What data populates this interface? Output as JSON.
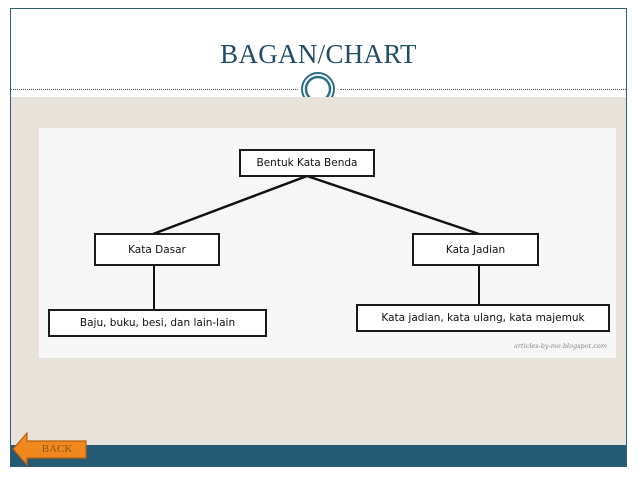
{
  "slide": {
    "title": "BAGAN/CHART",
    "back_label": "BACK"
  },
  "diagram": {
    "root": {
      "label": "Bentuk Kata Benda"
    },
    "children": [
      {
        "label": "Kata Dasar",
        "example": "Baju, buku, besi, dan lain-lain"
      },
      {
        "label": "Kata Jadian",
        "example": "Kata jadian, kata ulang, kata majemuk"
      }
    ],
    "watermark": "articles-by-me.blogspot.com"
  }
}
